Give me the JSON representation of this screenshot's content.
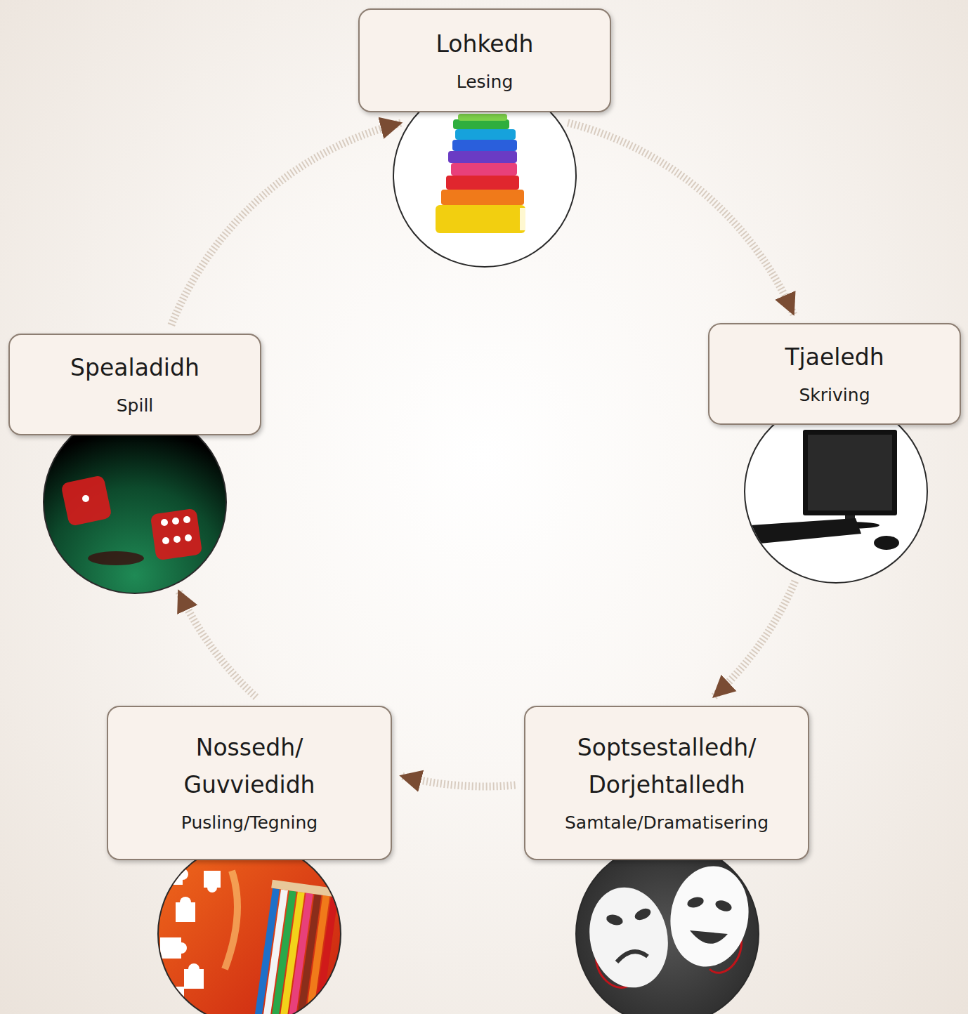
{
  "diagram": {
    "nodes": [
      {
        "text": [
          "Lohkedh",
          "Lesing"
        ]
      },
      {
        "text": [
          "Tjaeledh",
          "Skriving"
        ]
      },
      {
        "text": [
          "Soptsestalledh/ Dorjehtalledh",
          "Samtale/Dramatisering"
        ]
      },
      {
        "text": [
          "Nossedh/ Guvviedidh",
          "Pusling/Tegning"
        ]
      },
      {
        "text": [
          "Spealadidh",
          "Spill"
        ]
      }
    ],
    "edges": [
      {
        "from": 0,
        "to": 1,
        "arrow": "to"
      },
      {
        "from": 1,
        "to": 2,
        "arrow": "to"
      },
      {
        "from": 2,
        "to": 3,
        "arrow": "to"
      },
      {
        "from": 3,
        "to": 4,
        "arrow": "to"
      },
      {
        "from": 4,
        "to": 0,
        "arrow": "to"
      }
    ]
  }
}
